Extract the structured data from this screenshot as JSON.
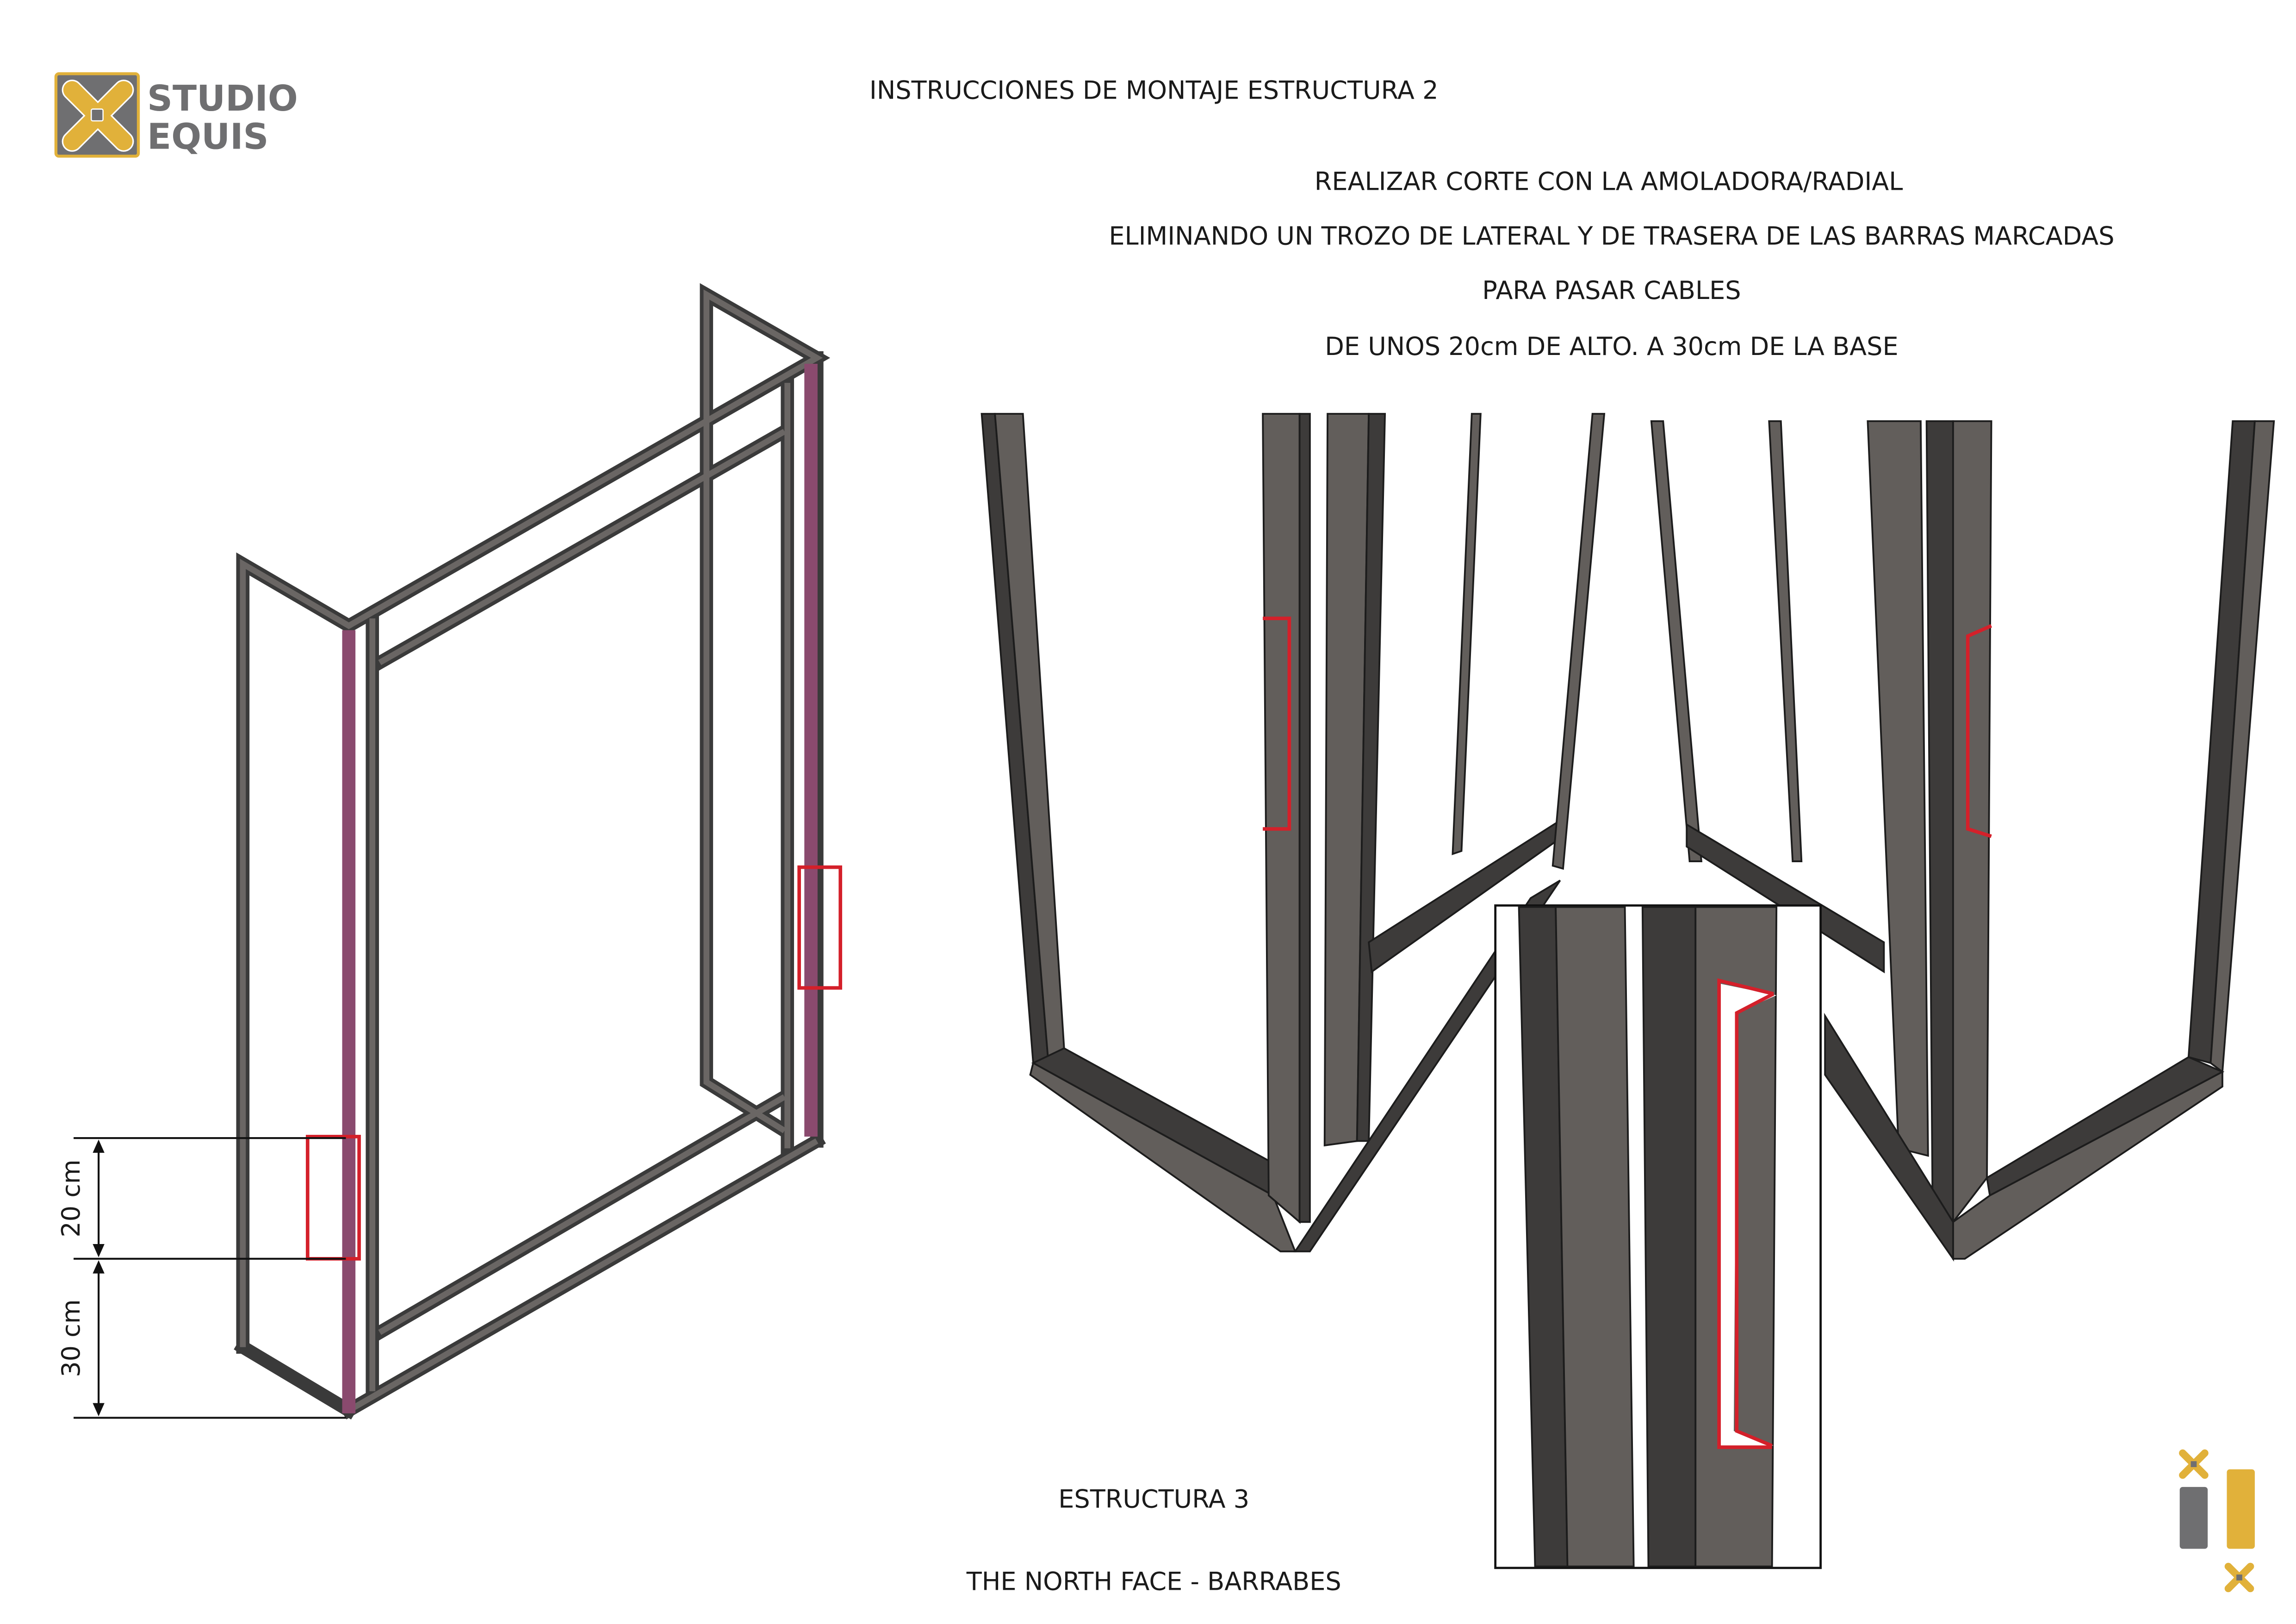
{
  "header": {
    "title": "INSTRUCCIONES DE MONTAJE ESTRUCTURA 2",
    "logo_text": [
      "STUDIO",
      "EQUIS"
    ]
  },
  "instructions": [
    "REALIZAR CORTE CON LA AMOLADORA/RADIAL",
    "ELIMINANDO UN TROZO DE LATERAL Y DE TRASERA DE LAS BARRAS MARCADAS",
    "PARA PASAR CABLES",
    "DE UNOS 20cm DE ALTO. A 30cm DE LA BASE"
  ],
  "dimensions": {
    "upper": "20 cm",
    "lower": "30 cm"
  },
  "footer": {
    "structure": "ESTRUCTURA 3",
    "client": "THE NORTH FACE - BARRABES"
  },
  "colors": {
    "brand_yellow": "#e1b13a",
    "brand_grey": "#6f6f71",
    "cut_red": "#d4202a",
    "marked_bar": "#8a4a6e"
  }
}
